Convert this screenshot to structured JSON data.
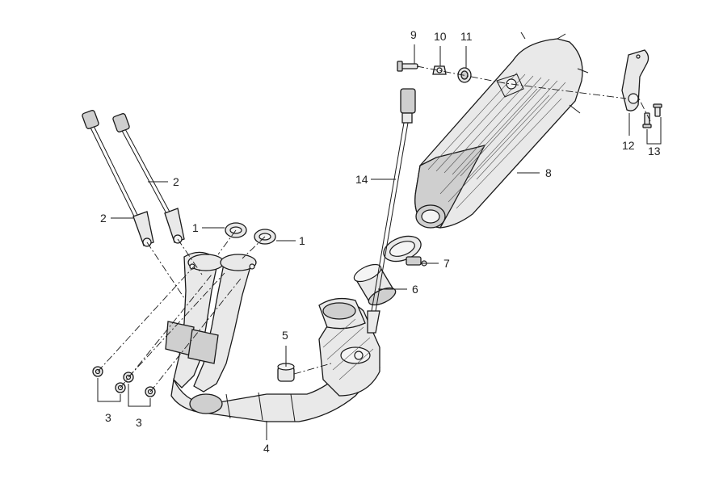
{
  "diagram": {
    "callouts": [
      "1",
      "1",
      "2",
      "2",
      "3",
      "3",
      "4",
      "5",
      "6",
      "7",
      "8",
      "9",
      "10",
      "11",
      "12",
      "13",
      "14"
    ]
  }
}
